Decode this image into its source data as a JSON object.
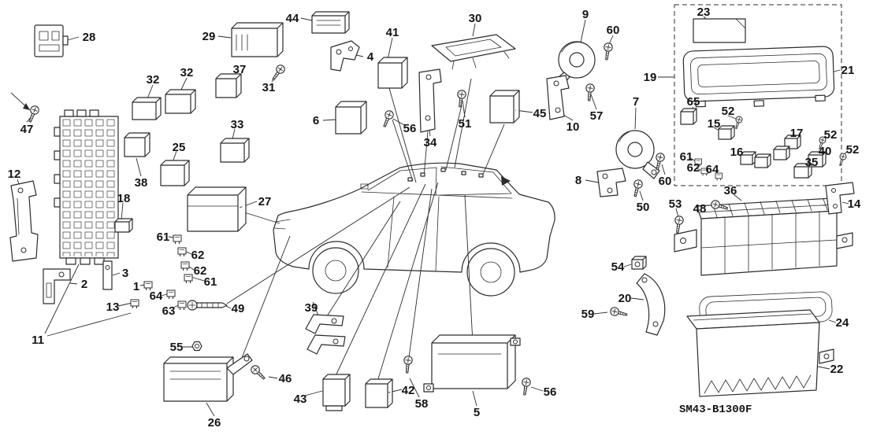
{
  "diagram_code": "SM43-B1300F",
  "callouts": [
    "28",
    "47",
    "12",
    "32",
    "32",
    "37",
    "29",
    "31",
    "44",
    "4",
    "41",
    "30",
    "9",
    "60",
    "6",
    "56",
    "34",
    "51",
    "45",
    "57",
    "10",
    "7",
    "8",
    "50",
    "60",
    "19",
    "23",
    "21",
    "65",
    "52",
    "15",
    "17",
    "52",
    "52",
    "61",
    "62",
    "16",
    "64",
    "40",
    "35",
    "36",
    "14",
    "48",
    "53",
    "38",
    "25",
    "33",
    "18",
    "27",
    "61",
    "62",
    "62",
    "61",
    "2",
    "3",
    "1",
    "64",
    "63",
    "13",
    "11",
    "49",
    "55",
    "46",
    "26",
    "43",
    "42",
    "58",
    "5",
    "56",
    "39",
    "54",
    "20",
    "59",
    "24",
    "22"
  ]
}
